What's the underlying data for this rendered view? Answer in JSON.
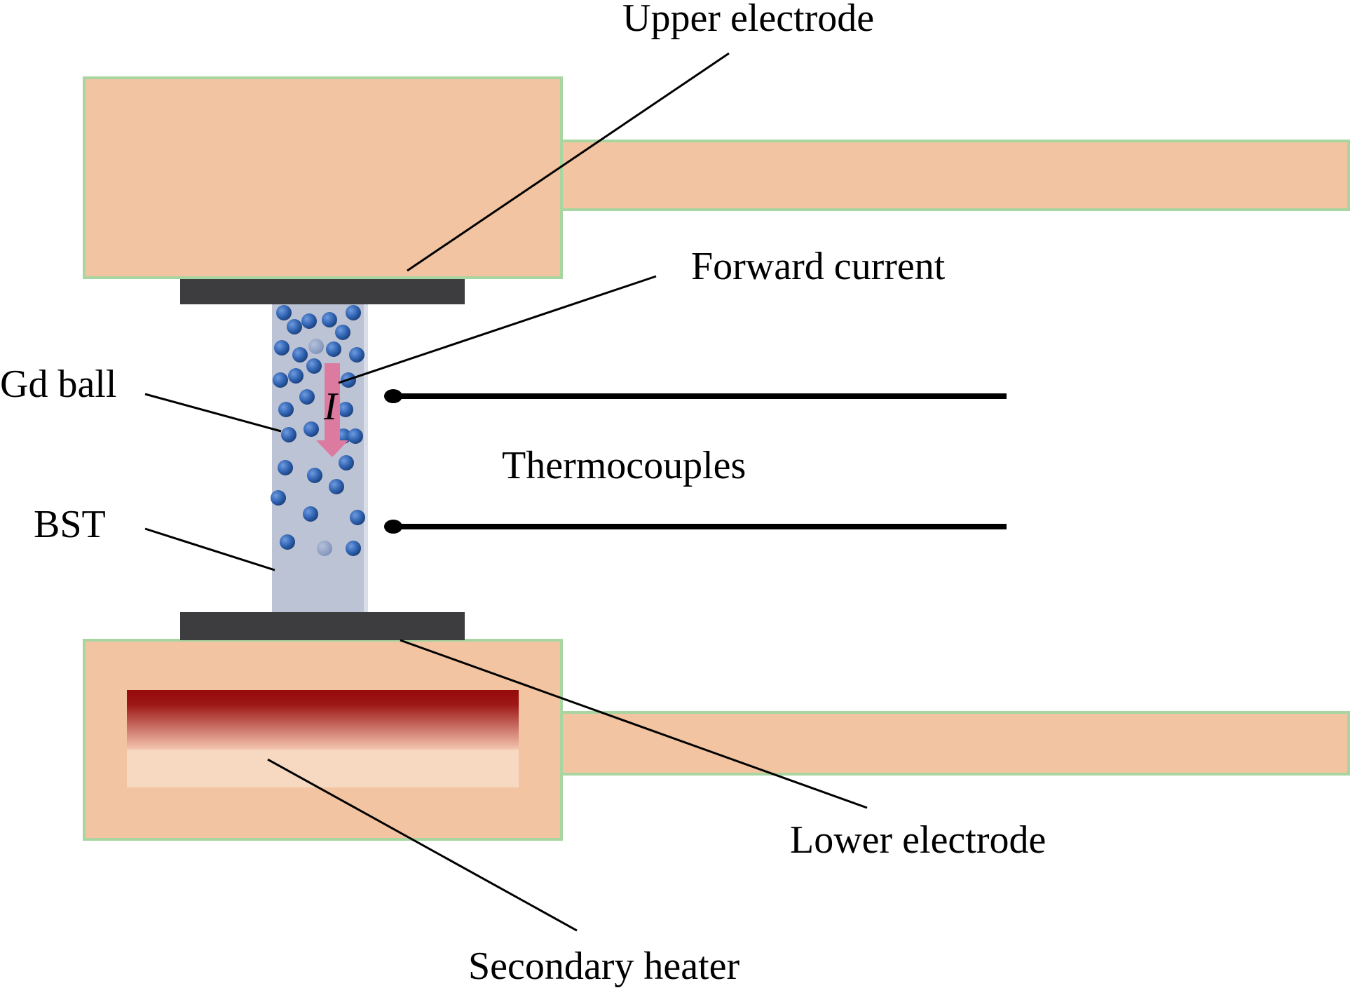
{
  "labels": {
    "upper_electrode": "Upper electrode",
    "forward_current": "Forward current",
    "current_symbol": "I",
    "gd_ball": "Gd ball",
    "thermocouples": "Thermocouples",
    "bst": "BST",
    "lower_electrode": "Lower electrode",
    "secondary_heater": "Secondary heater"
  },
  "colors": {
    "electrode_fill": "#f2c4a1",
    "electrode_border": "#a9d5a0",
    "contact_plate": "#3d3c3e",
    "bst_fill": "#bcc3d4",
    "gd_ball": "#2f62b0",
    "arrow": "#dd7aa0",
    "heater_top": "#960a0a",
    "heater_bottom": "#f7d8c0",
    "leader_line": "#000000"
  }
}
